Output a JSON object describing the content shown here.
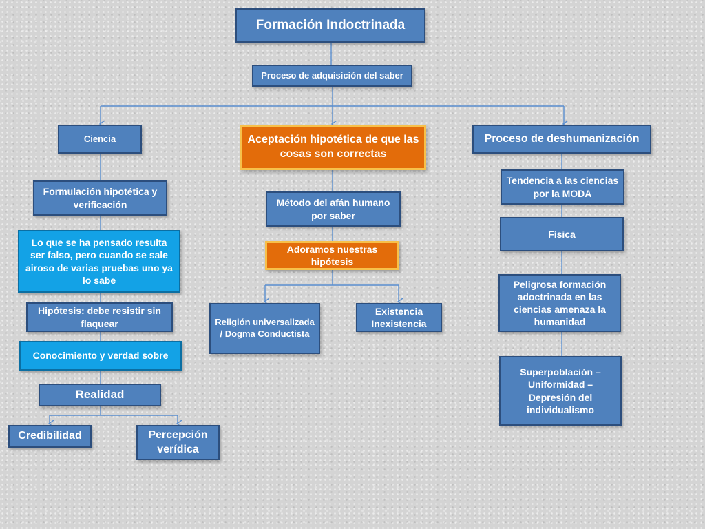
{
  "colors": {
    "box_blue": "#4f81bd",
    "box_blue_border": "#2c4e7d",
    "box_orange": "#e36c0a",
    "box_orange_border": "#f7c04a",
    "box_cyan": "#13a2e6",
    "connector": "#5b8fd0",
    "background": "#d4d4d4"
  },
  "diagram": {
    "title": "Formación Indoctrinada",
    "subtitle": "Proceso de adquisición del saber",
    "left": {
      "heading": "Ciencia",
      "formulacion": "Formulación hipotética y verificación",
      "lo_que": "Lo que se ha pensado resulta ser falso, pero cuando se sale airoso de varias pruebas uno ya lo sabe",
      "hipotesis": "Hipótesis: debe resistir sin flaquear",
      "conocimiento": "Conocimiento y verdad sobre",
      "realidad": "Realidad",
      "credibilidad": "Credibilidad",
      "percepcion": "Percepción verídica"
    },
    "center": {
      "heading": "Aceptación hipotética de que las cosas son correctas",
      "metodo": "Método del afán humano por saber",
      "adoramos": "Adoramos nuestras hipótesis",
      "religion": "Religión universalizada / Dogma Conductista",
      "existencia": "Existencia Inexistencia"
    },
    "right": {
      "heading": "Proceso de deshumanización",
      "tendencia": "Tendencia a las ciencias por la MODA",
      "fisica": "Física",
      "peligrosa": "Peligrosa formación adoctrinada en las ciencias amenaza la humanidad",
      "superpoblacion": "Superpoblación – Uniformidad – Depresión del individualismo"
    }
  }
}
